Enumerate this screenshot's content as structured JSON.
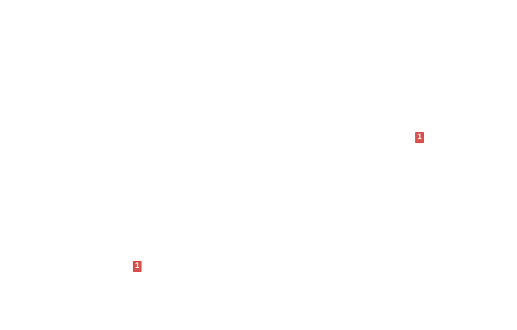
{
  "page": {
    "background_color": "#ffffff"
  },
  "markers": [
    {
      "label": "1",
      "color": "#d9534f",
      "text_color": "#ffffff",
      "position": "top-right-area"
    },
    {
      "label": "1",
      "color": "#d9534f",
      "text_color": "#ffffff",
      "position": "bottom-left-area"
    }
  ]
}
